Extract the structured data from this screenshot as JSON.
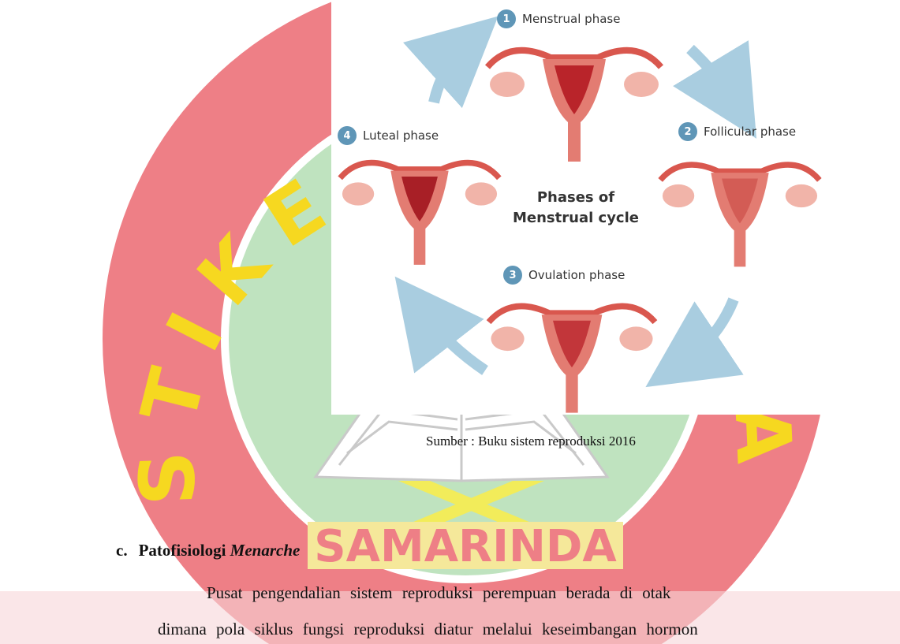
{
  "watermark": {
    "arc_text": "STIKES WIYATA HUSADA",
    "banner_text": "SAMARINDA"
  },
  "figure": {
    "center_title": [
      "Phases of",
      "Menstrual cycle"
    ],
    "phases": [
      {
        "number": "1",
        "label": "Menstrual phase"
      },
      {
        "number": "2",
        "label": "Follicular phase"
      },
      {
        "number": "3",
        "label": "Ovulation phase"
      },
      {
        "number": "4",
        "label": "Luteal phase"
      }
    ],
    "colors": {
      "badge": "#5f96b7",
      "arrow": "#a9cde0",
      "uterus": "#e37c72"
    }
  },
  "caption": "Sumber : Buku sistem reproduksi 2016",
  "section": {
    "letter": "c.",
    "title_plain": "Patofisiologi ",
    "title_italic": "Menarche"
  },
  "paragraph": {
    "line1": "Pusat pengendalian sistem reproduksi perempuan berada di otak",
    "line2": "dimana pola siklus fungsi reproduksi diatur melalui keseimbangan hormon"
  }
}
